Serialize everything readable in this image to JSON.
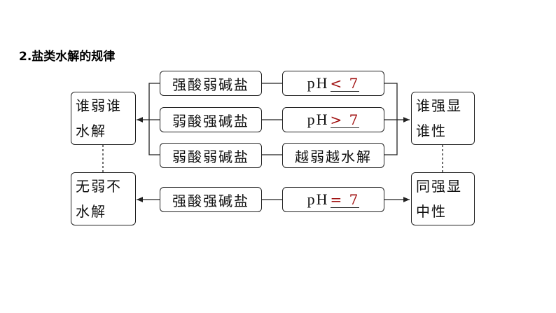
{
  "title": "2.盐类水解的规律",
  "left": {
    "top": "谁弱谁水解",
    "bottom": "无弱不水解"
  },
  "right": {
    "top": "谁强显谁性",
    "bottom": "同强显中性"
  },
  "rows": [
    {
      "salt": "强酸弱碱盐",
      "ph_label": "pH",
      "answer": "< 7"
    },
    {
      "salt": "弱酸强碱盐",
      "ph_label": "pH",
      "answer": "> 7"
    },
    {
      "salt": "弱酸弱碱盐",
      "result": "越弱越水解"
    },
    {
      "salt": "强酸强碱盐",
      "ph_label": "pH",
      "answer": "= 7"
    }
  ],
  "colors": {
    "answer": "#a01010"
  }
}
